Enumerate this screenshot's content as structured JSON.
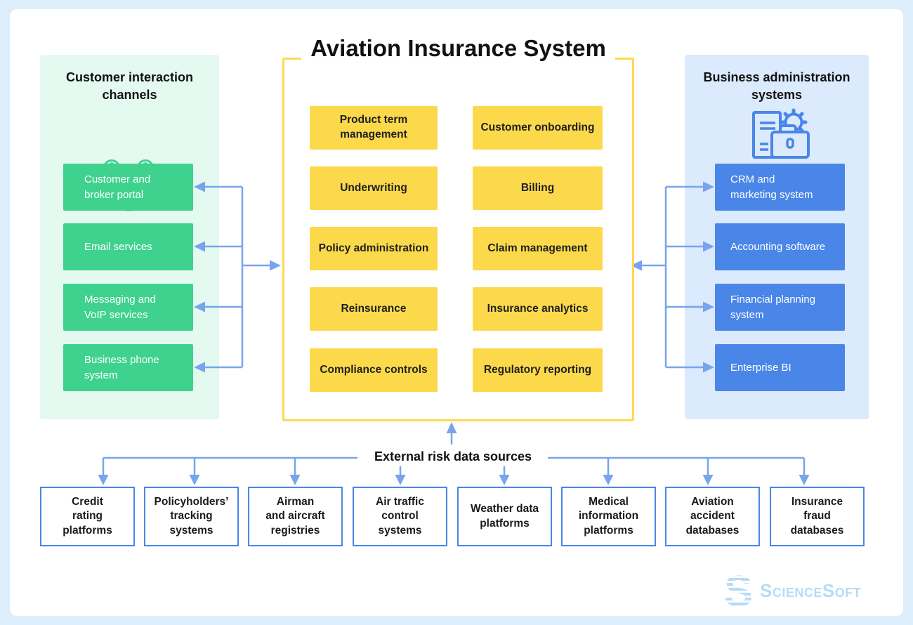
{
  "title": "Aviation Insurance System",
  "left_panel": {
    "title": "Customer interaction\nchannels",
    "icon": "megaphone-network-icon",
    "items": [
      "Customer and\nbroker portal",
      "Email services",
      "Messaging and\nVoIP services",
      "Business phone\nsystem"
    ]
  },
  "core": {
    "left_column": [
      "Product term\nmanagement",
      "Underwriting",
      "Policy administration",
      "Reinsurance",
      "Compliance controls"
    ],
    "right_column": [
      "Customer onboarding",
      "Billing",
      "Claim management",
      "Insurance analytics",
      "Regulatory reporting"
    ]
  },
  "right_panel": {
    "title": "Business administration\nsystems",
    "icon": "document-gear-briefcase-icon",
    "items": [
      "CRM and\nmarketing system",
      "Accounting software",
      "Financial planning\nsystem",
      "Enterprise BI"
    ]
  },
  "external_sources": {
    "label": "External risk data sources",
    "items": [
      "Credit\nrating\nplatforms",
      "Policyholders’\ntracking\nsystems",
      "Airman\nand aircraft\nregistries",
      "Air traffic\ncontrol\nsystems",
      "Weather data\nplatforms",
      "Medical\ninformation\nplatforms",
      "Aviation\naccident\ndatabases",
      "Insurance\nfraud\ndatabases"
    ]
  },
  "brand": {
    "name": "ScienceSoft"
  },
  "colors": {
    "page_bg": "#dceefb",
    "card_bg": "#ffffff",
    "mint_panel": "#e4f9f0",
    "green_box": "#3ed28e",
    "blue_panel": "#dbeafc",
    "blue_box": "#4a86e8",
    "yellow_box": "#fcd94b",
    "yellow_border": "#ffd84d",
    "connector": "#78a4ee",
    "dotted": "#f7ab52",
    "logo": "#b5dcf4"
  }
}
